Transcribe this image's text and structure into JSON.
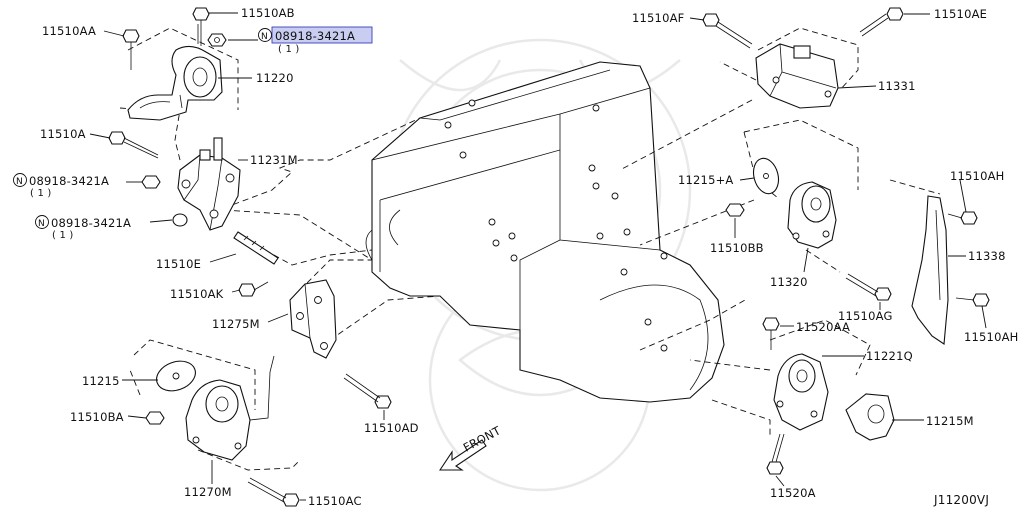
{
  "diagram": {
    "code": "J11200VJ",
    "front_label": "FRONT",
    "labels": [
      {
        "id": "11510AB",
        "text": "11510AB"
      },
      {
        "id": "11510AA",
        "text": "11510AA"
      },
      {
        "id": "nut-top",
        "text": "08918-3421A",
        "qty": "( 1 )",
        "highlighted": true
      },
      {
        "id": "11220",
        "text": "11220"
      },
      {
        "id": "11510A",
        "text": "11510A"
      },
      {
        "id": "11231M",
        "text": "11231M"
      },
      {
        "id": "nut-mid",
        "text": "08918-3421A",
        "qty": "( 1 )"
      },
      {
        "id": "nut-low",
        "text": "08918-3421A",
        "qty": "( 1 )"
      },
      {
        "id": "11510E",
        "text": "11510E"
      },
      {
        "id": "11510AK",
        "text": "11510AK"
      },
      {
        "id": "11275M",
        "text": "11275M"
      },
      {
        "id": "11215",
        "text": "11215"
      },
      {
        "id": "11510BA",
        "text": "11510BA"
      },
      {
        "id": "11510AD",
        "text": "11510AD"
      },
      {
        "id": "11270M",
        "text": "11270M"
      },
      {
        "id": "11510AC",
        "text": "11510AC"
      },
      {
        "id": "11510AF",
        "text": "11510AF"
      },
      {
        "id": "11510AE",
        "text": "11510AE"
      },
      {
        "id": "11331",
        "text": "11331"
      },
      {
        "id": "11215A",
        "text": "11215+A"
      },
      {
        "id": "11510AH-top",
        "text": "11510AH"
      },
      {
        "id": "11510BB",
        "text": "11510BB"
      },
      {
        "id": "11338",
        "text": "11338"
      },
      {
        "id": "11320",
        "text": "11320"
      },
      {
        "id": "11510AG",
        "text": "11510AG"
      },
      {
        "id": "11510AH-bot",
        "text": "11510AH"
      },
      {
        "id": "11520AA",
        "text": "11520AA"
      },
      {
        "id": "11221Q",
        "text": "11221Q"
      },
      {
        "id": "11215M",
        "text": "11215M"
      },
      {
        "id": "11520A",
        "text": "11520A"
      }
    ],
    "n_marker": "N"
  }
}
